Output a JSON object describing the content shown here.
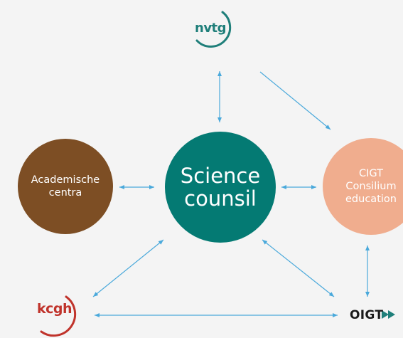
{
  "nodes": {
    "science": {
      "label": "Science\ncounsil",
      "color": "#047a73"
    },
    "academische": {
      "label": "Academische\ncentra",
      "color": "#7d4e24"
    },
    "cigt": {
      "label": "CIGT\nConsilium\neducation",
      "color": "#f0ad8e"
    }
  },
  "logos": {
    "nvtg": {
      "text": "nvtg",
      "color": "#1f7f7a"
    },
    "kcgh": {
      "text": "kcgh",
      "color": "#c0332b"
    },
    "oigt": {
      "text": "OIGT",
      "color": "#1a1a1a",
      "arrow_color": "#1f7f7a"
    }
  },
  "edges": {
    "color": "#4aa9db",
    "links": [
      {
        "from": "nvtg",
        "to": "science",
        "direction": "both"
      },
      {
        "from": "nvtg",
        "to": "cigt",
        "direction": "forward"
      },
      {
        "from": "academische",
        "to": "science",
        "direction": "both"
      },
      {
        "from": "science",
        "to": "cigt",
        "direction": "both"
      },
      {
        "from": "science",
        "to": "kcgh",
        "direction": "both"
      },
      {
        "from": "science",
        "to": "oigt",
        "direction": "both"
      },
      {
        "from": "cigt",
        "to": "oigt",
        "direction": "both"
      },
      {
        "from": "kcgh",
        "to": "oigt",
        "direction": "both"
      }
    ]
  }
}
